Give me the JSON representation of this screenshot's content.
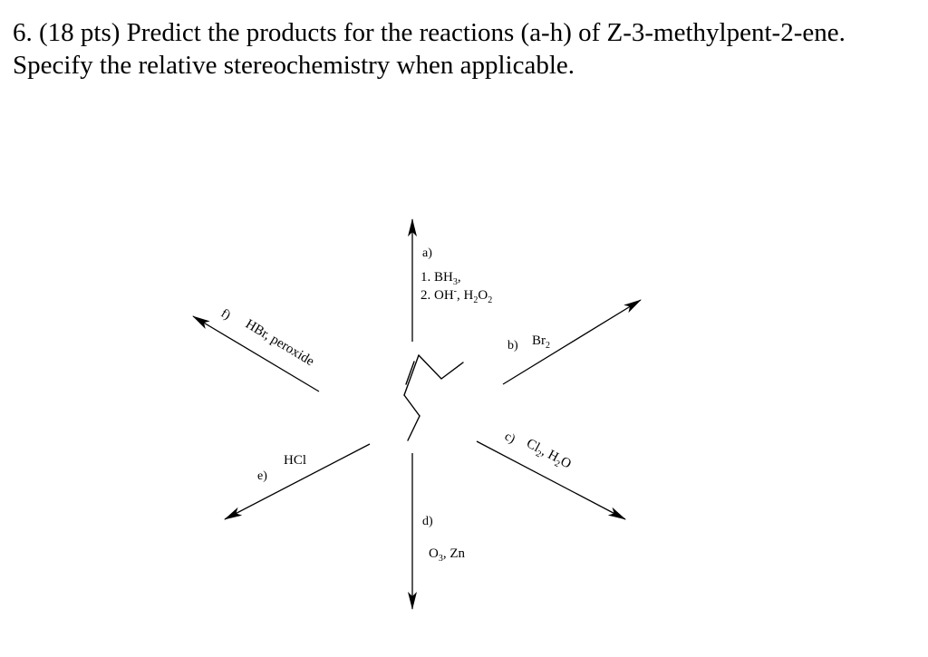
{
  "question": {
    "number": "6.",
    "points": "(18 pts)",
    "text": "Predict the products for the reactions (a-h) of Z-3-methylpent-2-ene. Specify the relative stereochemistry when applicable."
  },
  "reactions": {
    "a": {
      "label": "a)",
      "step1": "1. BH",
      "step1_sub": "3",
      "step1_end": ",",
      "step2_a": "2. OH",
      "step2_sup": "-",
      "step2_b": ", H",
      "step2_sub1": "2",
      "step2_c": "O",
      "step2_sub2": "2"
    },
    "b": {
      "label": "b)",
      "reagent": "Br",
      "reagent_sub": "2"
    },
    "c": {
      "label": "c)",
      "reagent_a": "Cl",
      "reagent_sub1": "2",
      "reagent_b": ", H",
      "reagent_sub2": "2",
      "reagent_c": "O"
    },
    "d": {
      "label": "d)",
      "reagent_a": "O",
      "reagent_sub": "3",
      "reagent_b": ", Zn"
    },
    "e": {
      "label": "e)",
      "reagent": "HCl"
    },
    "f": {
      "label": "f)",
      "reagent": "HBr, peroxide"
    }
  }
}
